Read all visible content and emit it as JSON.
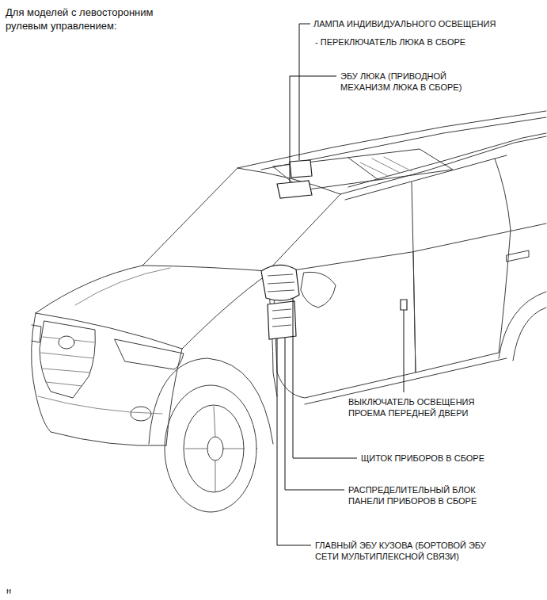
{
  "diagram": {
    "title": "Для моделей с левосторонним рулевым управлением:",
    "labels": [
      "ЛАМПА ИНДИВИДУАЛЬНОГО ОСВЕЩЕНИЯ",
      "- ПЕРЕКЛЮЧАТЕЛЬ ЛЮКА В СБОРЕ",
      "ЭБУ ЛЮКА (ПРИВОДНОЙ МЕХАНИЗМ ЛЮКА В СБОРЕ)",
      "ВЫКЛЮЧАТЕЛЬ ОСВЕЩЕНИЯ ПРОЕМА ПЕРЕДНЕЙ ДВЕРИ",
      "ЩИТОК ПРИБОРОВ В СБОРЕ",
      "РАСПРЕДЕЛИТЕЛЬНЫЙ БЛОК ПАНЕЛИ ПРИБОРОВ В СБОРЕ",
      "ГЛАВНЫЙ ЭБУ КУЗОВА (БОРТОВОЙ ЭБУ СЕТИ МУЛЬТИПЛЕКСНОЙ СВЯЗИ)",
      "н"
    ]
  }
}
